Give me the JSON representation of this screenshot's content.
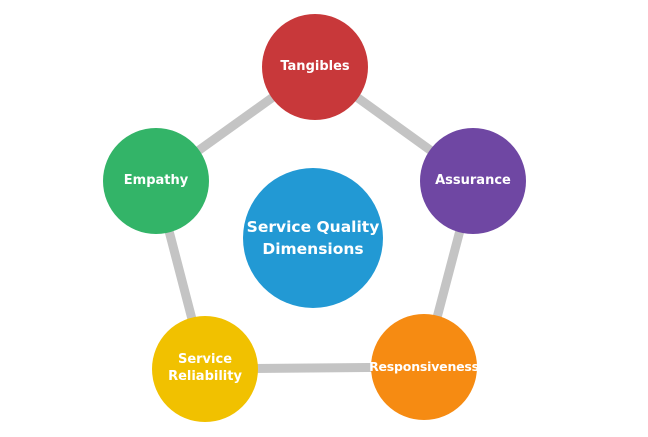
{
  "diagram": {
    "center": {
      "line1": "Service Quality",
      "line2": "Dimensions",
      "color": "#2299d4"
    },
    "ring_color": "#c4c4c4",
    "nodes": [
      {
        "lines": [
          "Tangibles"
        ],
        "color": "#c8383a"
      },
      {
        "lines": [
          "Assurance"
        ],
        "color": "#6f47a3"
      },
      {
        "lines": [
          "Responsiveness"
        ],
        "color": "#f68b12"
      },
      {
        "lines": [
          "Service",
          "Reliability"
        ],
        "color": "#f1c100"
      },
      {
        "lines": [
          "Empathy"
        ],
        "color": "#33b468"
      }
    ]
  }
}
